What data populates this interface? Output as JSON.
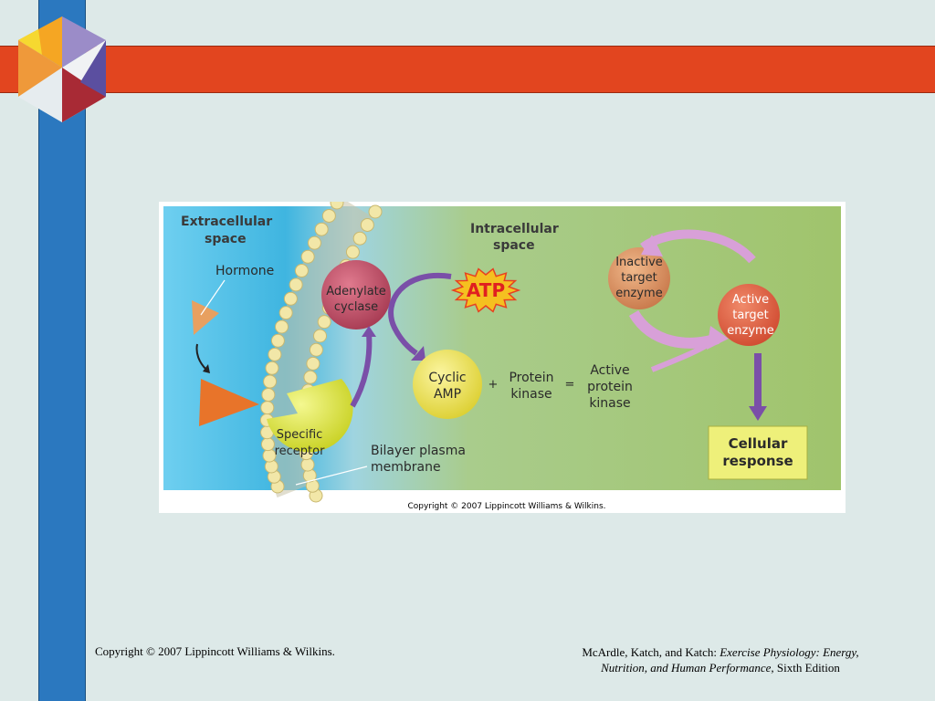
{
  "slide": {
    "footer_left": "Copyright © 2007 Lippincott Williams & Wilkins.",
    "footer_right_authors": "McArdle, Katch, and Katch: ",
    "footer_right_title_1": "Exercise Physiology: Energy,",
    "footer_right_title_2": "Nutrition, and Human Performance,",
    "footer_right_edition": " Sixth Edition"
  },
  "diagram": {
    "labels": {
      "extracellular_1": "Extracellular",
      "extracellular_2": "space",
      "intracellular_1": "Intracellular",
      "intracellular_2": "space",
      "hormone": "Hormone",
      "adenylate_1": "Adenylate",
      "adenylate_2": "cyclase",
      "atp": "ATP",
      "cyclic_1": "Cyclic",
      "cyclic_2": "AMP",
      "plus": "+",
      "protein_1": "Protein",
      "protein_2": "kinase",
      "equals": "=",
      "active_pk_1": "Active",
      "active_pk_2": "protein",
      "active_pk_3": "kinase",
      "inactive_1": "Inactive",
      "inactive_2": "target",
      "inactive_3": "enzyme",
      "active_te_1": "Active",
      "active_te_2": "target",
      "active_te_3": "enzyme",
      "cellular_1": "Cellular",
      "cellular_2": "response",
      "receptor_1": "Specific",
      "receptor_2": "receptor",
      "bilayer_1": "Bilayer plasma",
      "bilayer_2": "membrane",
      "copyright": "Copyright © 2007 Lippincott Williams & Wilkins."
    },
    "colors": {
      "extracellular": "#3fb5e0",
      "intracellular": "#a8c872",
      "hormone": "#e8742a",
      "receptor": "#d6e030",
      "adenylate_cyclase": "#b8485e",
      "atp": "#f0c020",
      "cyclic_amp": "#ece04a",
      "arrow_purple": "#7a4fa8",
      "arrow_pink": "#d8a0d8",
      "cellular_response_box": "#eef07a"
    }
  }
}
